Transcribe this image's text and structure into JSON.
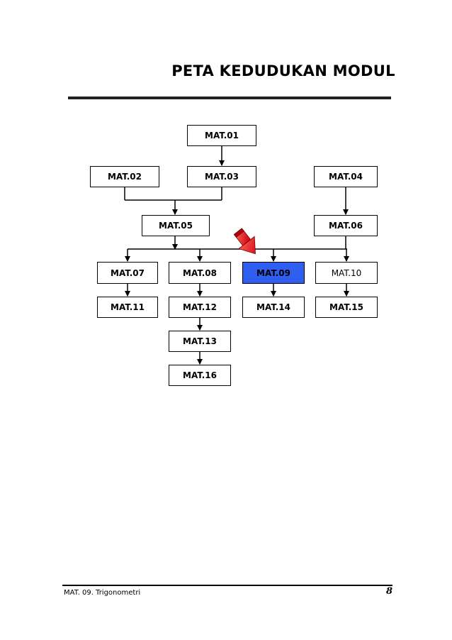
{
  "header": {
    "title": "PETA KEDUDUKAN MODUL"
  },
  "diagram": {
    "highlight_color": "#2f5ff0",
    "pointer_color": "#e8141a",
    "nodes": {
      "mat01": "MAT.01",
      "mat02": "MAT.02",
      "mat03": "MAT.03",
      "mat04": "MAT.04",
      "mat05": "MAT.05",
      "mat06": "MAT.06",
      "mat07": "MAT.07",
      "mat08": "MAT.08",
      "mat09": "MAT.09",
      "mat10": "MAT.10",
      "mat11": "MAT.11",
      "mat12": "MAT.12",
      "mat13": "MAT.13",
      "mat14": "MAT.14",
      "mat15": "MAT.15",
      "mat16": "MAT.16"
    },
    "edges": [
      [
        "mat01",
        "mat03"
      ],
      [
        "mat02",
        "mat05"
      ],
      [
        "mat03",
        "mat05"
      ],
      [
        "mat04",
        "mat06"
      ],
      [
        "mat05",
        "mat07"
      ],
      [
        "mat05",
        "mat08"
      ],
      [
        "mat05",
        "mat09"
      ],
      [
        "mat05",
        "mat10"
      ],
      [
        "mat06",
        "mat09"
      ],
      [
        "mat06",
        "mat10"
      ],
      [
        "mat07",
        "mat11"
      ],
      [
        "mat08",
        "mat12"
      ],
      [
        "mat09",
        "mat14"
      ],
      [
        "mat10",
        "mat15"
      ],
      [
        "mat12",
        "mat13"
      ],
      [
        "mat13",
        "mat16"
      ]
    ]
  },
  "footer": {
    "left": "MAT. 09. Trigonometri",
    "page": "8"
  }
}
